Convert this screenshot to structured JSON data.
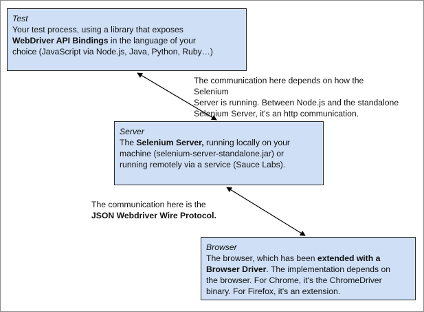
{
  "test_box": {
    "title": "Test",
    "line1": "Your test process, using a library that exposes",
    "line2_bold": "WebDriver API Bindings",
    "line2_rest": " in the language of your",
    "line3": "choice (JavaScript via Node.js, Java, Python, Ruby…)"
  },
  "server_box": {
    "title": "Server",
    "line1_pre": "The ",
    "line1_bold": "Selenium Server,",
    "line1_rest": " running locally on your",
    "line2": "machine (selenium-server-standalone.jar) or",
    "line3": "running remotely via a service (Sauce Labs)."
  },
  "browser_box": {
    "title": "Browser",
    "line1_pre": "The browser, which has been ",
    "line1_bold": "extended with a",
    "line2_bold": "Browser Driver",
    "line2_rest": ". The implementation depends on",
    "line3": "the browser. For Chrome, it's the ChromeDriver",
    "line4": "binary. For Firefox, it's an extension."
  },
  "note_top": {
    "line1": "The communication here depends on how the Selenium",
    "line2": "Server is running. Between Node.js and the standalone",
    "line3": "Selenium Server, it's an http communication."
  },
  "note_mid": {
    "line1": "The communication here is the",
    "line2_bold": "JSON Webdriver Wire Protocol."
  },
  "colors": {
    "box_fill": "#cfe0f6",
    "box_border": "#2a2a2a",
    "arrow": "#000000"
  }
}
